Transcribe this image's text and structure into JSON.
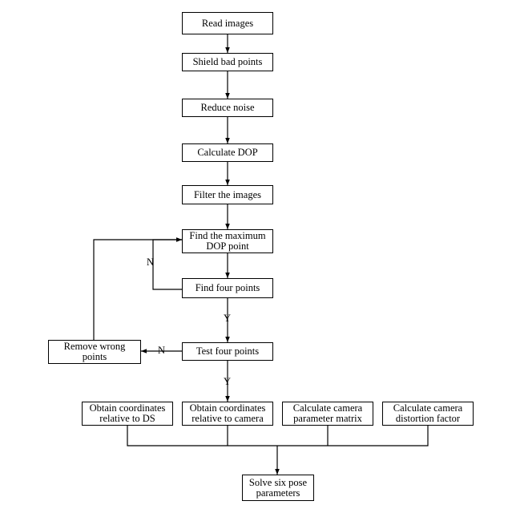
{
  "diagram": {
    "nodes": {
      "read": "Read images",
      "shield": "Shield bad points",
      "noise": "Reduce noise",
      "dop": "Calculate DOP",
      "filter": "Filter the images",
      "maxdop": "Find the maximum DOP point",
      "four": "Find four points",
      "test": "Test four points",
      "remove": "Remove wrong points",
      "ds": "Obtain coordinates relative to DS",
      "camcoord": "Obtain coordinates relative to camera",
      "matrix": "Calculate camera parameter matrix",
      "distortion": "Calculate camera distortion factor",
      "solve": "Solve six pose parameters"
    },
    "edge_labels": {
      "four_no": "N",
      "four_yes": "Y",
      "test_no": "N",
      "test_yes": "Y"
    }
  }
}
